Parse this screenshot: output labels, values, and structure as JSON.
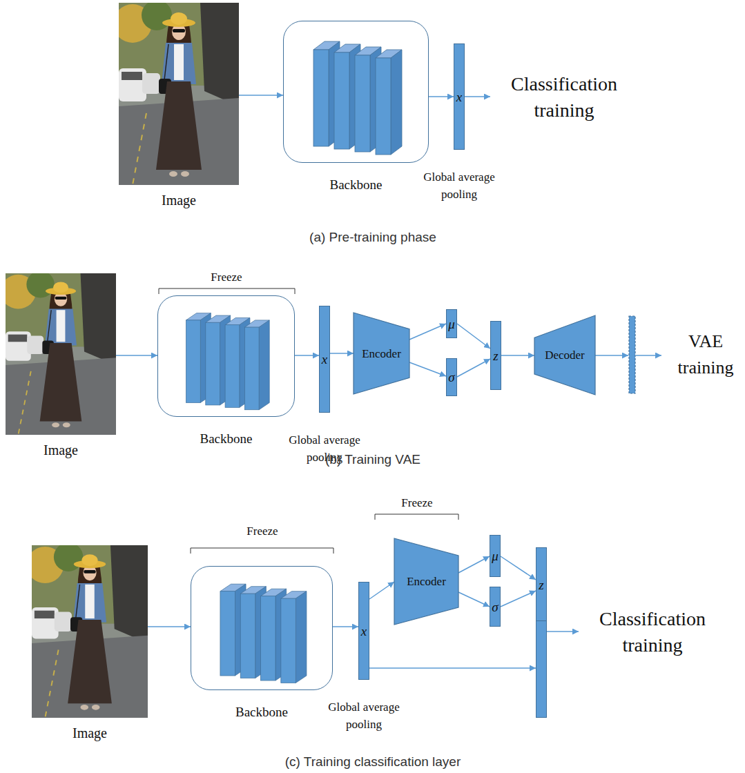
{
  "diagram": {
    "nodes": [
      {
        "text": [
          "Image"
        ]
      },
      {
        "text": [
          "Backbone"
        ]
      },
      {
        "text": [
          "x",
          "Global average pooling"
        ]
      },
      {
        "text": [
          "Image"
        ]
      },
      {
        "text": [
          "Backbone"
        ]
      },
      {
        "text": [
          "x",
          "Global average pooling"
        ]
      },
      {
        "text": [
          "Encoder"
        ]
      },
      {
        "text": [
          "μ"
        ]
      },
      {
        "text": [
          "σ"
        ]
      },
      {
        "text": [
          "z"
        ]
      },
      {
        "text": [
          "Decoder"
        ]
      },
      {
        "text": [
          "Image"
        ]
      },
      {
        "text": [
          "Backbone"
        ]
      },
      {
        "text": [
          "x",
          "Global average pooling"
        ]
      },
      {
        "text": [
          "Encoder"
        ]
      },
      {
        "text": [
          "μ"
        ]
      },
      {
        "text": [
          "σ"
        ]
      },
      {
        "text": [
          "z"
        ]
      }
    ],
    "edges": [
      {
        "from": 0,
        "to": 1,
        "arrow": "to"
      },
      {
        "from": 1,
        "to": 2,
        "arrow": "to"
      },
      {
        "from": 3,
        "to": 4,
        "arrow": "to"
      },
      {
        "from": 4,
        "to": 5,
        "arrow": "to"
      },
      {
        "from": 5,
        "to": 6,
        "arrow": "to"
      },
      {
        "from": 6,
        "to": 7,
        "arrow": "to"
      },
      {
        "from": 6,
        "to": 8,
        "arrow": "to"
      },
      {
        "from": 7,
        "to": 9,
        "arrow": "to"
      },
      {
        "from": 8,
        "to": 9,
        "arrow": "to"
      },
      {
        "from": 9,
        "to": 10,
        "arrow": "to"
      },
      {
        "from": 11,
        "to": 12,
        "arrow": "to"
      },
      {
        "from": 12,
        "to": 13,
        "arrow": "to"
      },
      {
        "from": 13,
        "to": 14,
        "arrow": "to"
      },
      {
        "from": 14,
        "to": 15,
        "arrow": "to"
      },
      {
        "from": 14,
        "to": 16,
        "arrow": "to"
      },
      {
        "from": 15,
        "to": 17,
        "arrow": "to"
      },
      {
        "from": 16,
        "to": 17,
        "arrow": "to"
      },
      {
        "from": 13,
        "to": 17,
        "arrow": "to"
      }
    ],
    "labels": [
      "Classification training",
      "(a) Pre-training phase",
      "Freeze",
      "VAE training",
      "(b) Training VAE",
      "Freeze",
      "Freeze",
      "Classification training",
      "(c) Training classification layer"
    ]
  }
}
